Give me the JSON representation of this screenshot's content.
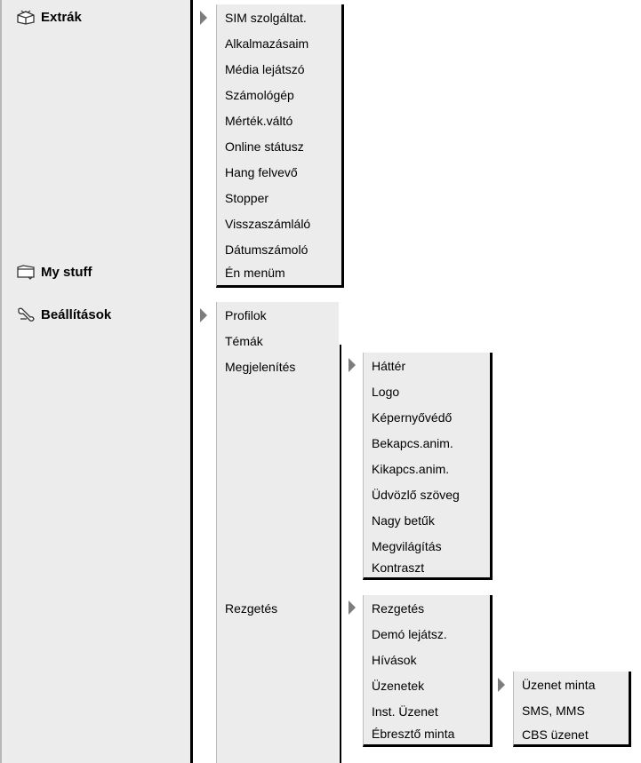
{
  "categories": [
    {
      "label": "Extrák",
      "icon": "box-icon"
    },
    {
      "label": "My stuff",
      "icon": "folder-icon"
    },
    {
      "label": "Beállítások",
      "icon": "wrench-icon"
    }
  ],
  "extrak_menu": [
    "SIM szolgáltat.",
    "Alkalmazásaim",
    "Média lejátszó",
    "Számológép",
    "Mérték.váltó",
    "Online státusz",
    "Hang felvevő",
    "Stopper",
    "Visszaszámláló",
    "Dátumszámoló",
    "Én menüm"
  ],
  "beallitasok_menu": [
    "Profilok",
    "Témák",
    "Megjelenítés",
    "Rezgetés"
  ],
  "megjelenites_menu": [
    "Háttér",
    "Logo",
    "Képernyővédő",
    "Bekapcs.anim.",
    "Kikapcs.anim.",
    "Üdvözlő szöveg",
    "Nagy betűk",
    "Megvilágítás",
    "Kontraszt"
  ],
  "rezgetes_menu": [
    "Rezgetés",
    "Demó lejátsz.",
    "Hívások",
    "Üzenetek",
    "Inst. Üzenet",
    "Ébresztő minta"
  ],
  "uzenetek_menu": [
    "Üzenet minta",
    "SMS, MMS",
    "CBS üzenet"
  ],
  "colors": {
    "panel": "#ececec",
    "arrow": "#7d7d7d",
    "line": "#000000"
  }
}
